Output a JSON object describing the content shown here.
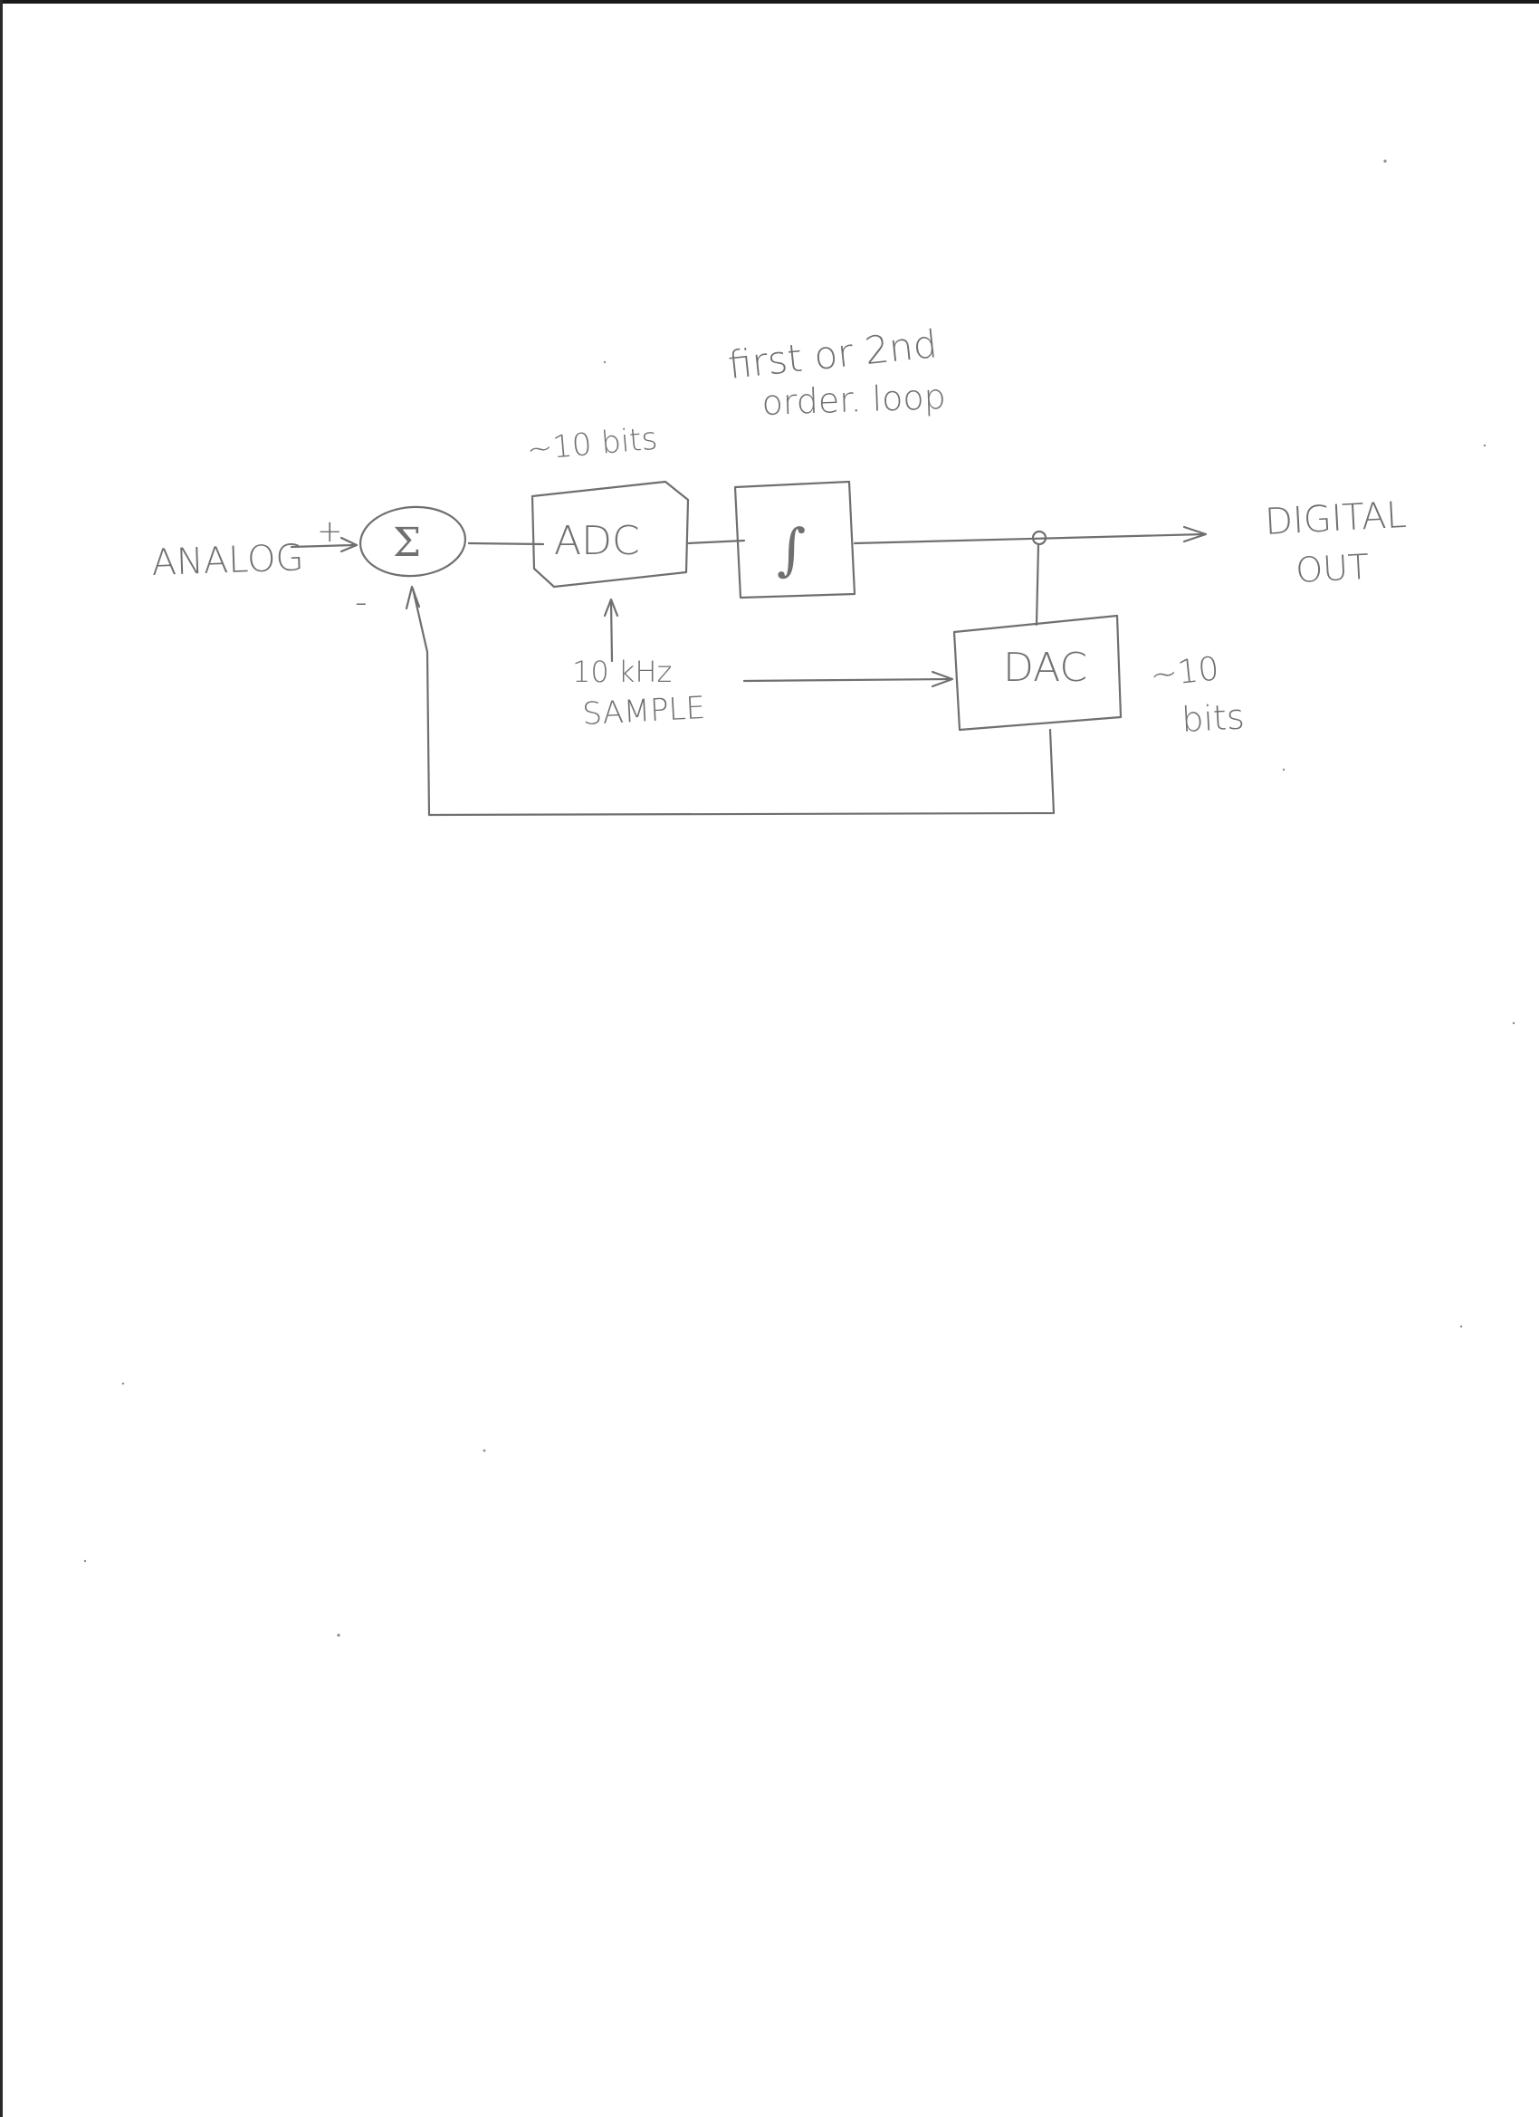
{
  "diagram": {
    "labels": {
      "input": "ANALOG",
      "plus": "+",
      "minus": "-",
      "sum": "Σ",
      "adc_resolution": "~10 bits",
      "adc": "ADC",
      "loop_note_line1": "first or 2nd",
      "loop_note_line2": "order. loop",
      "integrator": "∫",
      "output_line1": "DIGITAL",
      "output_line2": "OUT",
      "clock_line1": "10 kHz",
      "clock_line2": "SAMPLE",
      "dac": "DAC",
      "dac_resolution_line1": "~10",
      "dac_resolution_line2": "bits"
    },
    "blocks": [
      "summing-junction",
      "adc",
      "integrator",
      "dac"
    ],
    "connections": [
      {
        "from": "input",
        "to": "summing-junction",
        "sign": "+"
      },
      {
        "from": "summing-junction",
        "to": "adc"
      },
      {
        "from": "adc",
        "to": "integrator"
      },
      {
        "from": "integrator",
        "to": "output"
      },
      {
        "from": "integrator-output-tap",
        "to": "dac"
      },
      {
        "from": "clock",
        "to": "adc"
      },
      {
        "from": "clock",
        "to": "dac"
      },
      {
        "from": "dac",
        "to": "summing-junction",
        "sign": "-"
      }
    ],
    "colors": {
      "pencil": "#6f6f6f",
      "paper": "#ffffff"
    }
  }
}
